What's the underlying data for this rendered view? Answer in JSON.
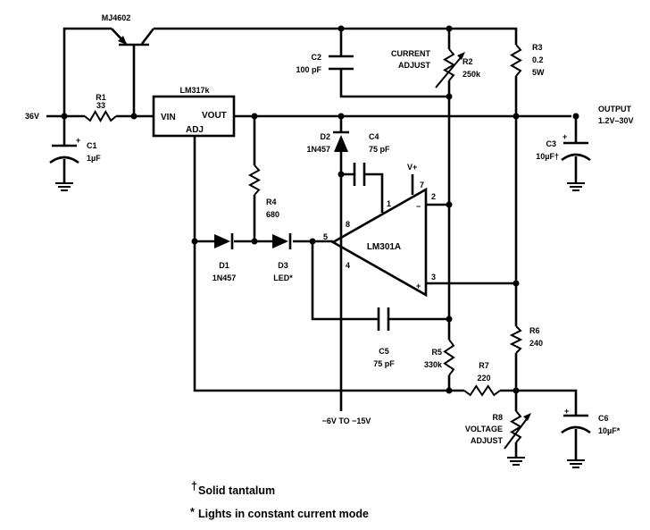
{
  "schematic": {
    "transistor": {
      "label": "MJ4602"
    },
    "input": {
      "label": "36V"
    },
    "r1": {
      "name": "R1",
      "value": "33"
    },
    "c1": {
      "name": "C1",
      "value": "1µF",
      "polarity": "+"
    },
    "regulator": {
      "label": "LM317k",
      "vin": "VIN",
      "vout": "VOUT",
      "adj": "ADJ"
    },
    "c2": {
      "name": "C2",
      "value": "100 pF"
    },
    "r2": {
      "name": "R2",
      "value": "250k",
      "function": [
        "CURRENT",
        "ADJUST"
      ]
    },
    "r3": {
      "name": "R3",
      "value": "0.2",
      "power": "5W"
    },
    "output": {
      "label": "OUTPUT",
      "range": "1.2V–30V"
    },
    "c3": {
      "name": "C3",
      "value": "10µF†",
      "polarity": "+"
    },
    "d2": {
      "name": "D2",
      "value": "1N457"
    },
    "c4": {
      "name": "C4",
      "value": "75 pF"
    },
    "r4": {
      "name": "R4",
      "value": "680"
    },
    "d1": {
      "name": "D1",
      "value": "1N457"
    },
    "d3": {
      "name": "D3",
      "value": "LED*"
    },
    "opamp": {
      "label": "LM301A",
      "vplus": "V+",
      "minus": "−",
      "plus": "+",
      "pins": {
        "p1": "1",
        "p2": "2",
        "p3": "3",
        "p4": "4",
        "p5": "5",
        "p7": "7",
        "p8": "8"
      }
    },
    "c5": {
      "name": "C5",
      "value": "75 pF"
    },
    "r5": {
      "name": "R5",
      "value": "330k"
    },
    "r6": {
      "name": "R6",
      "value": "240"
    },
    "r7": {
      "name": "R7",
      "value": "220"
    },
    "r8": {
      "name": "R8",
      "function": [
        "VOLTAGE",
        "ADJUST"
      ]
    },
    "c6": {
      "name": "C6",
      "value": "10µF*",
      "polarity": "+"
    },
    "negative_supply": {
      "label": "−6V TO −15V"
    }
  },
  "footnotes": [
    {
      "mark": "†",
      "text": "Solid tantalum"
    },
    {
      "mark": "*",
      "text": "Lights in constant current mode"
    }
  ]
}
